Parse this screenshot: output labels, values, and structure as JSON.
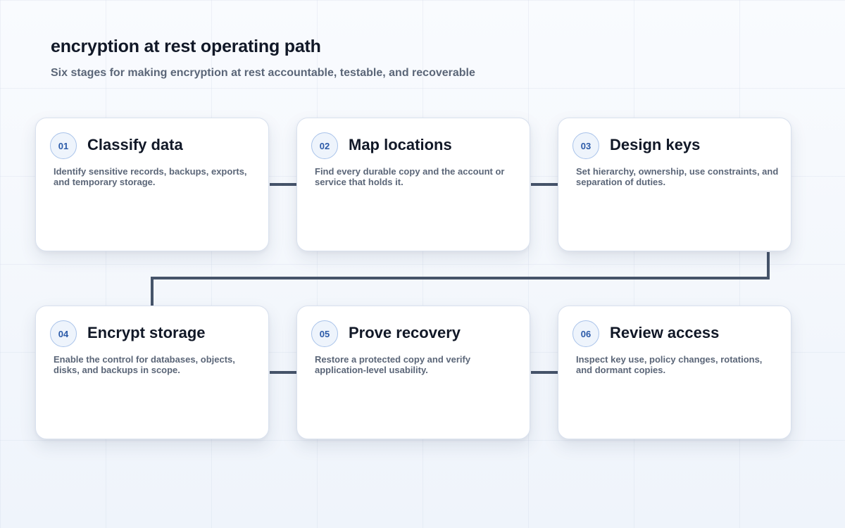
{
  "header": {
    "title": "encryption at rest operating path",
    "subtitle": "Six stages for making encryption at rest accountable, testable, and recoverable"
  },
  "stages": [
    {
      "number": "01",
      "title": "Classify data",
      "description": "Identify sensitive records, backups, exports, and temporary storage."
    },
    {
      "number": "02",
      "title": "Map locations",
      "description": "Find every durable copy and the account or service that holds it."
    },
    {
      "number": "03",
      "title": "Design keys",
      "description": "Set hierarchy, ownership, use constraints, and separation of duties."
    },
    {
      "number": "04",
      "title": "Encrypt storage",
      "description": "Enable the control for databases, objects, disks, and backups in scope."
    },
    {
      "number": "05",
      "title": "Prove recovery",
      "description": "Restore a protected copy and verify application-level usability."
    },
    {
      "number": "06",
      "title": "Review access",
      "description": "Inspect key use, policy changes, rotations, and dormant copies."
    }
  ],
  "colors": {
    "connector": "#46546a",
    "badge_text": "#2b5aa8",
    "badge_border": "#a9c3ea",
    "card_border": "#d9e1ee"
  }
}
